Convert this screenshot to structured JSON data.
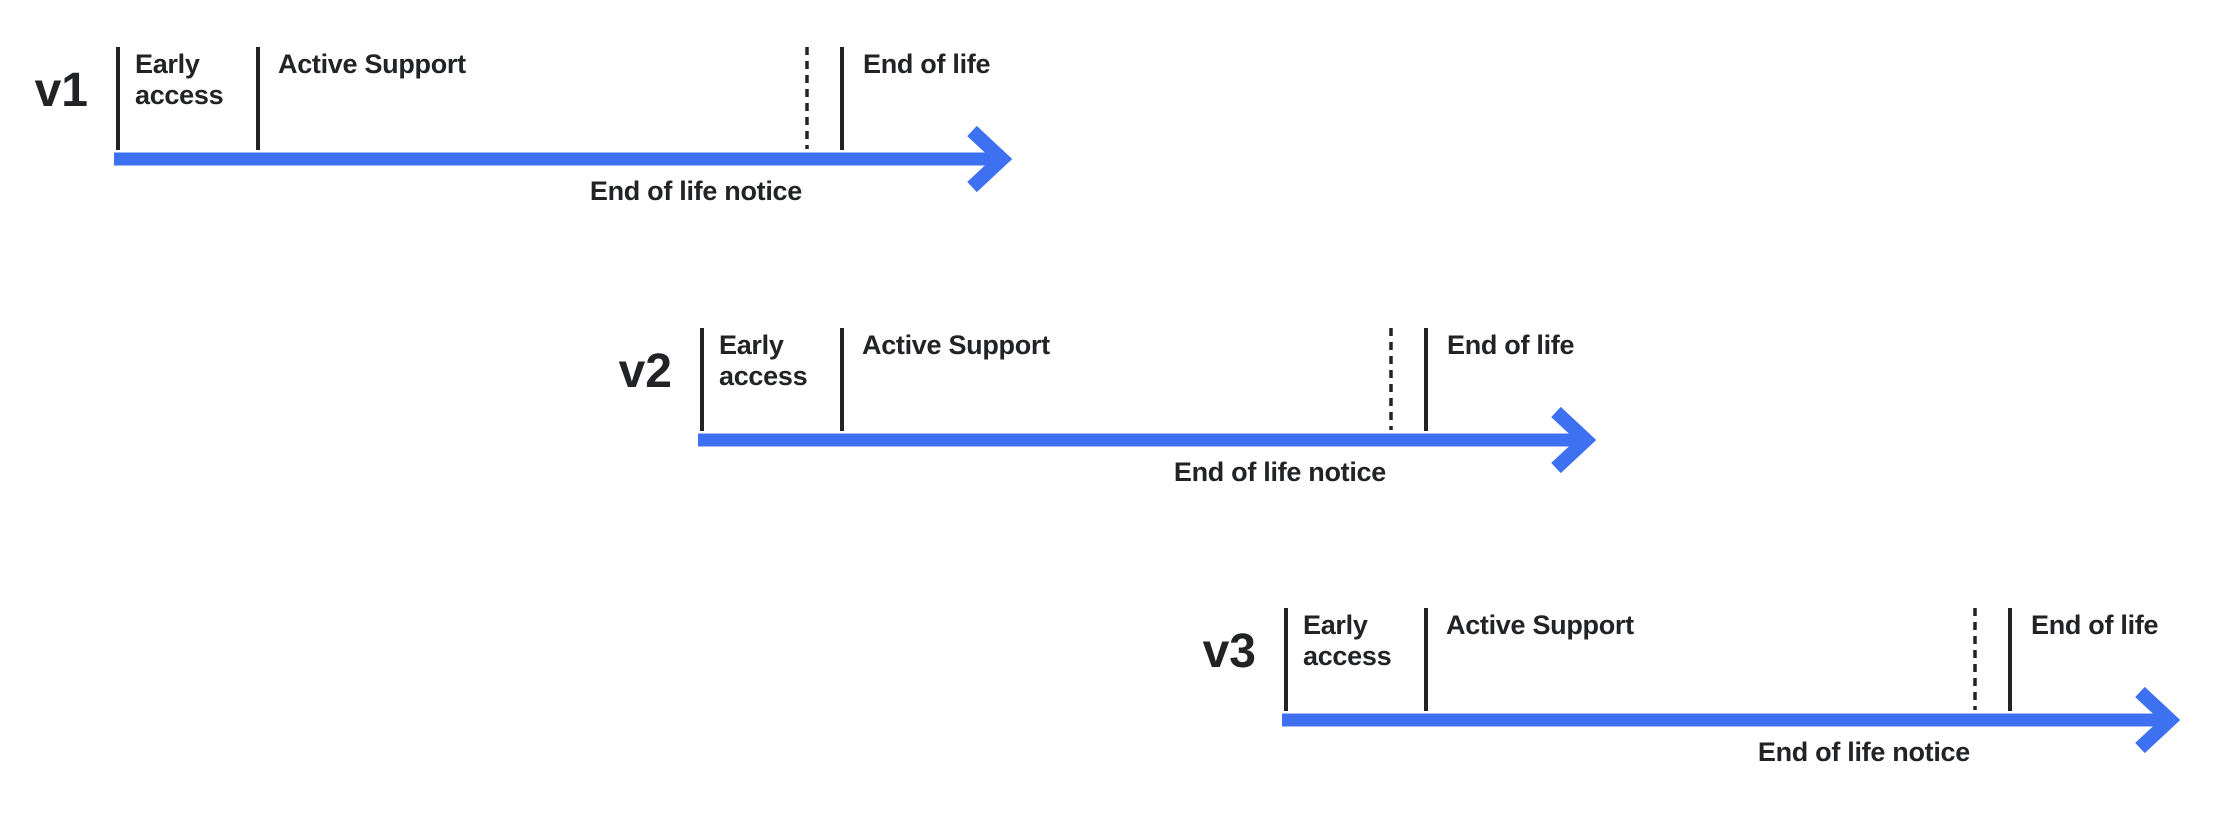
{
  "diagram": {
    "type": "release-lifecycle-timelines",
    "colors": {
      "accent": "#3E70F2",
      "ink": "#212327",
      "background": "#FFFFFF"
    },
    "timelines": [
      {
        "version": "v1",
        "phases": {
          "early_access": "Early access",
          "active_support": "Active Support",
          "end_of_life": "End of life",
          "end_of_life_notice": "End of life notice"
        }
      },
      {
        "version": "v2",
        "phases": {
          "early_access": "Early access",
          "active_support": "Active Support",
          "end_of_life": "End of life",
          "end_of_life_notice": "End of life notice"
        }
      },
      {
        "version": "v3",
        "phases": {
          "early_access": "Early access",
          "active_support": "Active Support",
          "end_of_life": "End of life",
          "end_of_life_notice": "End of life notice"
        }
      }
    ]
  }
}
